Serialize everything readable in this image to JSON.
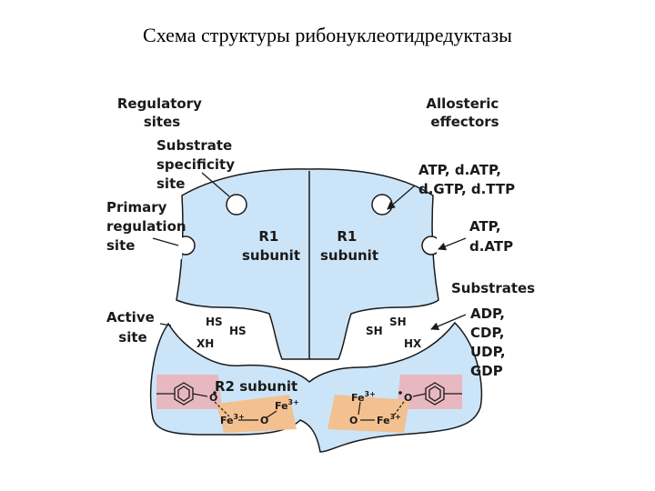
{
  "title": "Схема структуры рибонуклеотидредуктазы",
  "colors": {
    "protein": "#cce4f7",
    "outline": "#1a1a1a",
    "tyrosine_bg": "#e8b8c0",
    "iron_bg": "#f3c08f"
  },
  "labels": {
    "regulatory": [
      "Regulatory",
      "sites"
    ],
    "substrate_site": [
      "Substrate",
      "specificity",
      "site"
    ],
    "primary_site": [
      "Primary",
      "regulation",
      "site"
    ],
    "active_site": [
      "Active",
      "site"
    ],
    "allosteric": [
      "Allosteric",
      "effectors"
    ],
    "effectors1": [
      "ATP, d.ATP,",
      "d.GTP, d.TTP"
    ],
    "effectors2": [
      "ATP,",
      "d.ATP"
    ],
    "substrates_title": "Substrates",
    "substrates": [
      "ADP,",
      "CDP,",
      "UDP,",
      "GDP"
    ],
    "r1_left": [
      "R1",
      "subunit"
    ],
    "r1_right": [
      "R1",
      "subunit"
    ],
    "r2": "R2 subunit",
    "hs1": "HS",
    "hs2": "HS",
    "xh": "XH",
    "sh1": "SH",
    "sh2": "SH",
    "hx": "HX",
    "fe": "Fe",
    "fe_charge": "3+",
    "oxygen": "O",
    "radical_o": "O"
  }
}
